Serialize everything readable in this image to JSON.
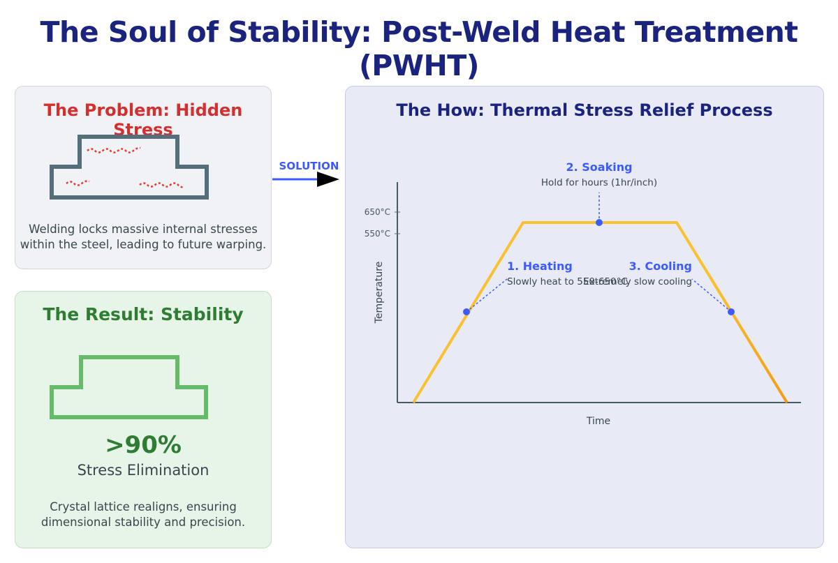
{
  "title": "The Soul of Stability: Post-Weld Heat Treatment (PWHT)",
  "problem": {
    "title": "The Problem: Hidden Stress",
    "description_line1": "Welding locks massive internal stresses",
    "description_line2": "within the steel, leading to future warping."
  },
  "connector": {
    "label": "SOLUTION"
  },
  "result": {
    "title": "The Result: Stability",
    "value": ">90%",
    "caption": "Stress Elimination",
    "description_line1": "Crystal lattice realigns, ensuring",
    "description_line2": "dimensional stability and precision."
  },
  "process": {
    "title": "The How: Thermal Stress Relief Process",
    "xlabel": "Time",
    "ylabel": "Temperature",
    "y_ticks": [
      "650°C",
      "550°C"
    ],
    "stages": [
      {
        "label": "1. Heating",
        "detail": "Slowly heat to 550-650°C"
      },
      {
        "label": "2. Soaking",
        "detail": "Hold for hours (1hr/inch)"
      },
      {
        "label": "3. Cooling",
        "detail": "Extremely slow cooling"
      }
    ]
  },
  "colors": {
    "title": "#1a237e",
    "problem": "#d32f2f",
    "result": "#2e7d32",
    "accent": "#3d5afe",
    "curve": "#fbc02d",
    "curve_end": "#f39c12",
    "steel": "#546e7a"
  }
}
